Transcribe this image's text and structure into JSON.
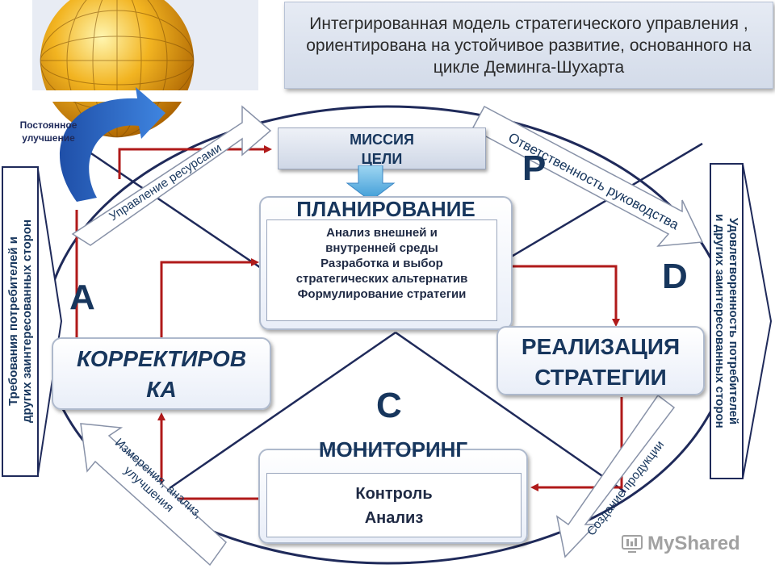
{
  "title": "Интегрированная модель стратегического управления , ориентирована на устойчивое развитие, основанного на цикле Деминга-Шухарта",
  "continuous_improvement": [
    "Постоянное",
    "улучшение"
  ],
  "left_label": [
    "Требования потребителей и",
    "других заинтересованных сторон"
  ],
  "right_label": [
    "Удовлетворенность потребителей",
    "и других заинтересованных сторон"
  ],
  "mission": [
    "МИССИЯ",
    "ЦЕЛИ"
  ],
  "planning": {
    "title": "ПЛАНИРОВАНИЕ",
    "items": [
      "Анализ внешней и",
      "внутренней среды",
      "Разработка и выбор",
      "стратегических альтернатив",
      "Формулирование стратегии"
    ]
  },
  "realization": [
    "РЕАЛИЗАЦИЯ",
    "СТРАТЕГИИ"
  ],
  "correction": [
    "КОРРЕКТИРОВ",
    "КА"
  ],
  "monitoring": {
    "title": "МОНИТОРИНГ",
    "items": [
      "Контроль",
      "Анализ"
    ]
  },
  "letters": {
    "p": "P",
    "d": "D",
    "c": "C",
    "a": "A"
  },
  "diagonal_labels": {
    "resources": "Управление ресурсами",
    "responsibility": "Ответственность руководства",
    "production": "Создание продукции",
    "measurement": [
      "Измерения, анализ,",
      "улучшения"
    ]
  },
  "watermark": "MyShared",
  "colors": {
    "dark_blue": "#17365d",
    "arrow_red": "#b01a1a",
    "line_navy": "#1f2a5a"
  }
}
